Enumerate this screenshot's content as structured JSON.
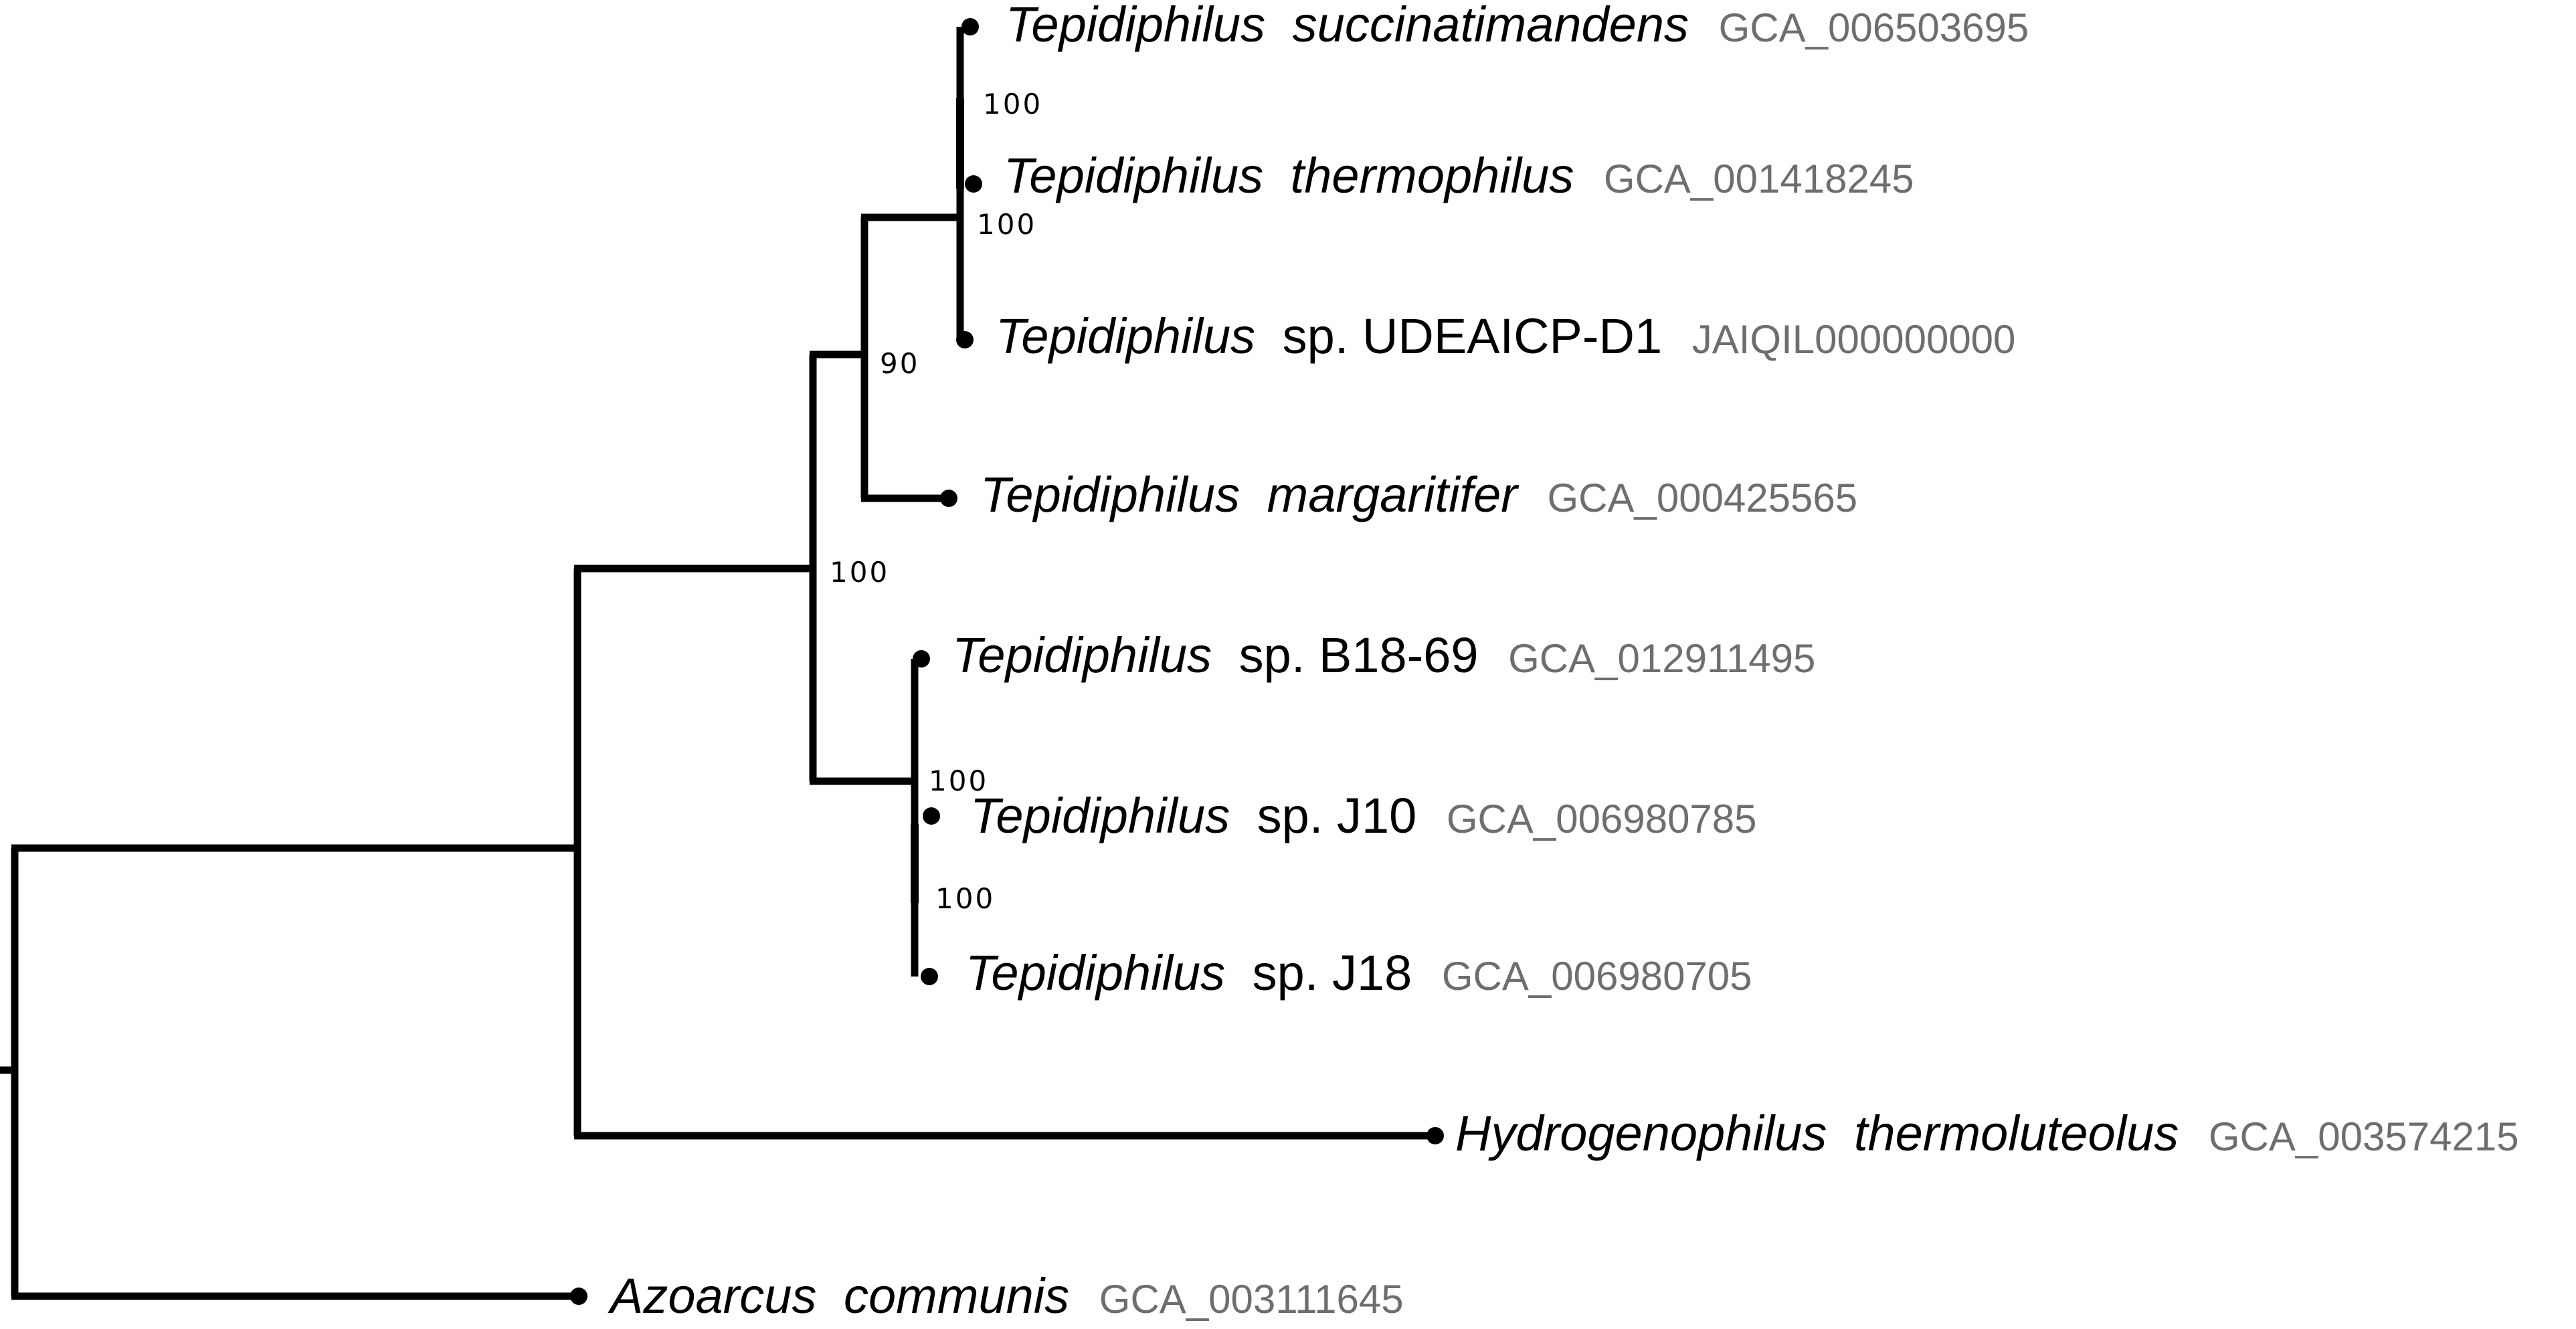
{
  "tree": {
    "leaves": [
      {
        "id": "succ",
        "genus": "Tepidiphilus",
        "epithet": "succinatimandens",
        "accession": "GCA_006503695"
      },
      {
        "id": "therm",
        "genus": "Tepidiphilus",
        "epithet": "thermophilus",
        "accession": "GCA_001418245"
      },
      {
        "id": "udea",
        "genus": "Tepidiphilus",
        "rest": "sp. UDEAICP-D1",
        "accession": "JAIQIL000000000"
      },
      {
        "id": "marg",
        "genus": "Tepidiphilus",
        "epithet": "margaritifer",
        "accession": "GCA_000425565"
      },
      {
        "id": "b18",
        "genus": "Tepidiphilus",
        "rest": "sp. B18-69",
        "accession": "GCA_012911495"
      },
      {
        "id": "j10",
        "genus": "Tepidiphilus",
        "rest": "sp. J10",
        "accession": "GCA_006980785"
      },
      {
        "id": "j18",
        "genus": "Tepidiphilus",
        "rest": "sp. J18",
        "accession": "GCA_006980705"
      },
      {
        "id": "hydro",
        "genus": "Hydrogenophilus",
        "epithet": "thermoluteolus",
        "accession": "GCA_003574215"
      },
      {
        "id": "azo",
        "genus": "Azoarcus",
        "epithet": "communis",
        "accession": "GCA_003111645"
      }
    ],
    "support_values": [
      {
        "node": "succ-therm",
        "value": "100"
      },
      {
        "node": "therm-udea",
        "value": "100"
      },
      {
        "node": "tepidiphilus-a",
        "value": "90"
      },
      {
        "node": "tepidiphilus",
        "value": "100"
      },
      {
        "node": "b18-j-clade",
        "value": "100"
      },
      {
        "node": "j10-j18",
        "value": "100"
      }
    ]
  }
}
